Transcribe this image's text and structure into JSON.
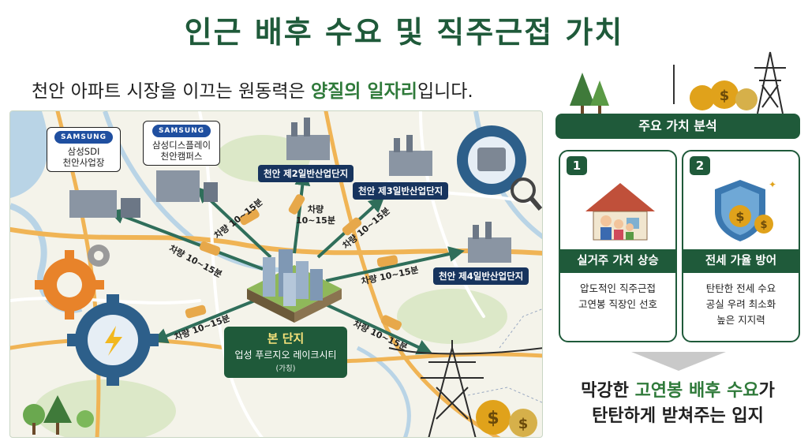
{
  "title": "인근 배후 수요 및 직주근접 가치",
  "subtitle": {
    "prefix": "천안 아파트 시장을 이끄는 원동력은 ",
    "highlight": "양질의 일자리",
    "suffix": "입니다."
  },
  "map": {
    "workplaces": [
      {
        "brand": "SAMSUNG",
        "name": "삼성SDI\n천안사업장"
      },
      {
        "brand": "SAMSUNG",
        "name": "삼성디스플레이\n천안캠퍼스"
      },
      {
        "name": "천안 제2일반산업단지"
      },
      {
        "name": "천안 제3일반산업단지"
      },
      {
        "name": "천안 제4일반산업단지"
      }
    ],
    "time_labels": [
      "차량 10~15분",
      "차량 10~15분",
      "차량\n10~15분",
      "차량 10~15분",
      "차량 10~15분",
      "차량 10~15분",
      "차량 10~15분"
    ],
    "center": {
      "title": "본 단지",
      "name": "업성 푸르지오 레이크시티",
      "note": "(가칭)"
    }
  },
  "panel": {
    "title": "주요 가치 분석",
    "cards": [
      {
        "num": "1",
        "caption": "실거주 가치 상승",
        "lines": [
          "압도적인 직주근접",
          "고연봉 직장인 선호"
        ]
      },
      {
        "num": "2",
        "caption": "전세 가율 방어",
        "lines": [
          "탄탄한 전세 수요",
          "공실 우려 최소화",
          "높은 지지력"
        ]
      }
    ]
  },
  "conclusion": {
    "line1_prefix": "막강한 ",
    "line1_highlight": "고연봉 배후 수요",
    "line1_suffix": "가",
    "line2": "탄탄하게 받쳐주는 입지"
  },
  "colors": {
    "brand_green": "#1f5a3a",
    "accent_green": "#2f7a3a",
    "navy": "#17345e",
    "arrow": "#2f6e5a",
    "gear_orange": "#e8832a",
    "gear_blue": "#2d5f8a",
    "money_gold": "#e0a21b"
  },
  "icons": [
    "factory-icon",
    "car-icon",
    "gear-icon",
    "engine-icon",
    "magnifier-icon",
    "power-tower-icon",
    "money-bag-icon",
    "tree-icon",
    "house-icon",
    "family-icon",
    "shield-icon",
    "apartment-icon"
  ]
}
